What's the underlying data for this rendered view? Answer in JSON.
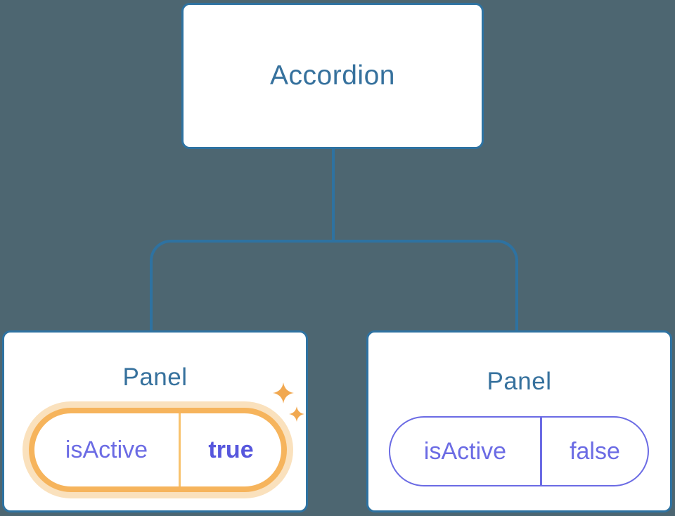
{
  "tree": {
    "root": {
      "label": "Accordion"
    },
    "panels": [
      {
        "title": "Panel",
        "prop": "isActive",
        "value": "true",
        "active": true
      },
      {
        "title": "Panel",
        "prop": "isActive",
        "value": "false",
        "active": false
      }
    ]
  },
  "icons": {
    "sparkles": "sparkles-icon",
    "sparkle_glyph": "✦"
  },
  "colors": {
    "bg": "#4d6671",
    "line": "#2e72a1",
    "box": "#ffffff",
    "title": "#36719d",
    "indigo": "#6b6be4",
    "indigo-bold": "#5757dd",
    "orange": "#f6b45c",
    "orange-glow": "#fae1bd",
    "orange-divider": "#f8c26d",
    "sparkle": "#f1a850"
  }
}
